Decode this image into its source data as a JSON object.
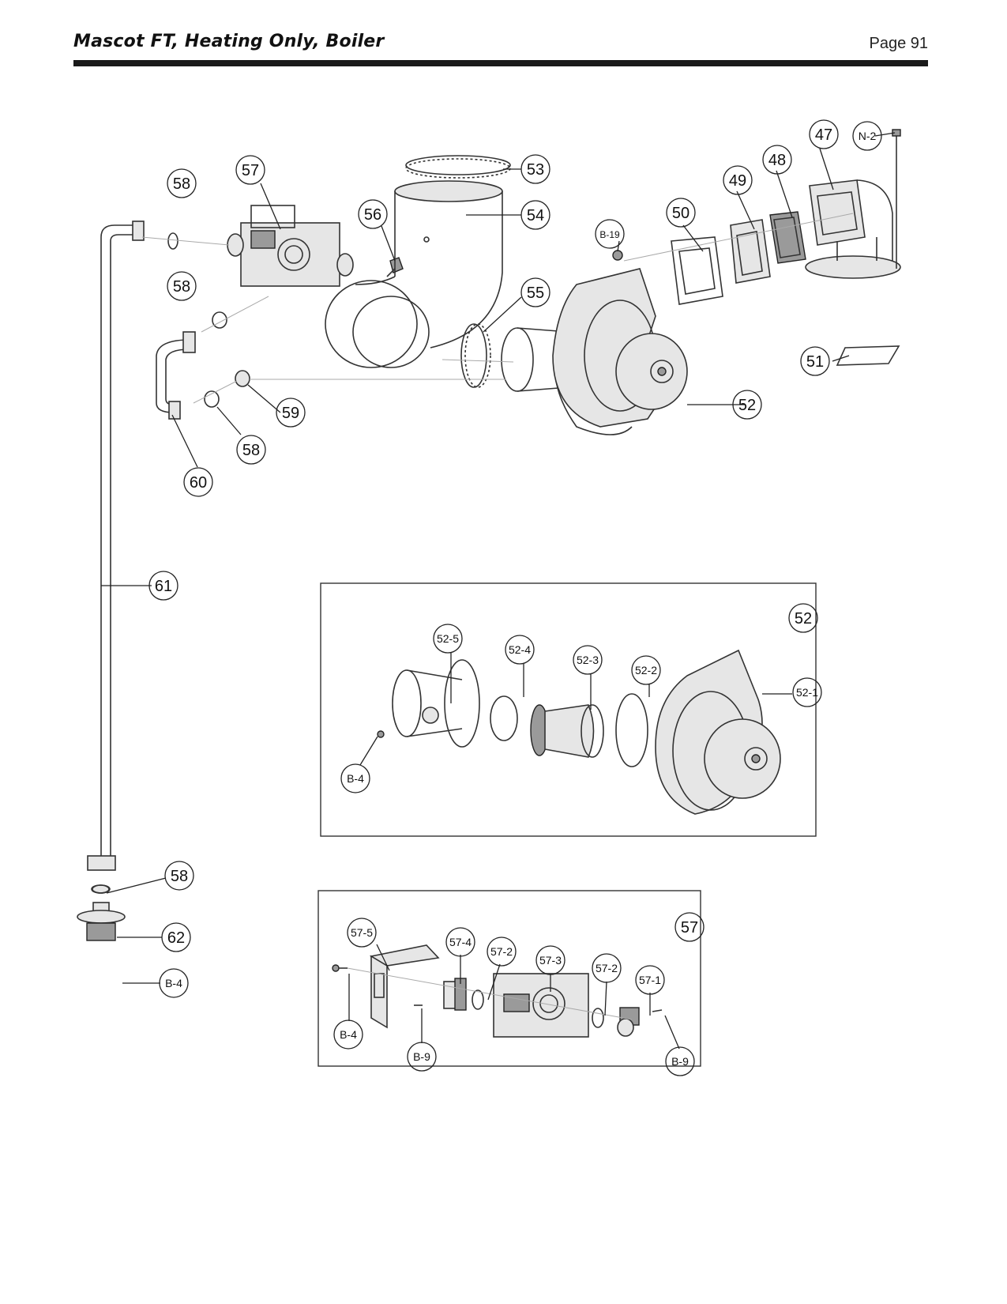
{
  "header": {
    "title": "Mascot FT, Heating Only, Boiler",
    "page": "Page 91"
  },
  "callouts": {
    "c47": "47",
    "n2": "N-2",
    "c48": "48",
    "c49": "49",
    "c50": "50",
    "c51": "51",
    "c52": "52",
    "c53": "53",
    "c54": "54",
    "c55": "55",
    "c56": "56",
    "c57": "57",
    "c58a": "58",
    "c58b": "58",
    "c58c": "58",
    "c58d": "58",
    "c59": "59",
    "c60": "60",
    "c61": "61",
    "c62": "62",
    "b19": "B-19",
    "b4a": "B-4",
    "d52": "52",
    "d52_1": "52-1",
    "d52_2": "52-2",
    "d52_3": "52-3",
    "d52_4": "52-4",
    "d52_5": "52-5",
    "b4b": "B-4",
    "d57": "57",
    "d57_1": "57-1",
    "d57_2a": "57-2",
    "d57_2b": "57-2",
    "d57_3": "57-3",
    "d57_4": "57-4",
    "d57_5": "57-5",
    "b4c": "B-4",
    "b9a": "B-9",
    "b9b": "B-9"
  }
}
